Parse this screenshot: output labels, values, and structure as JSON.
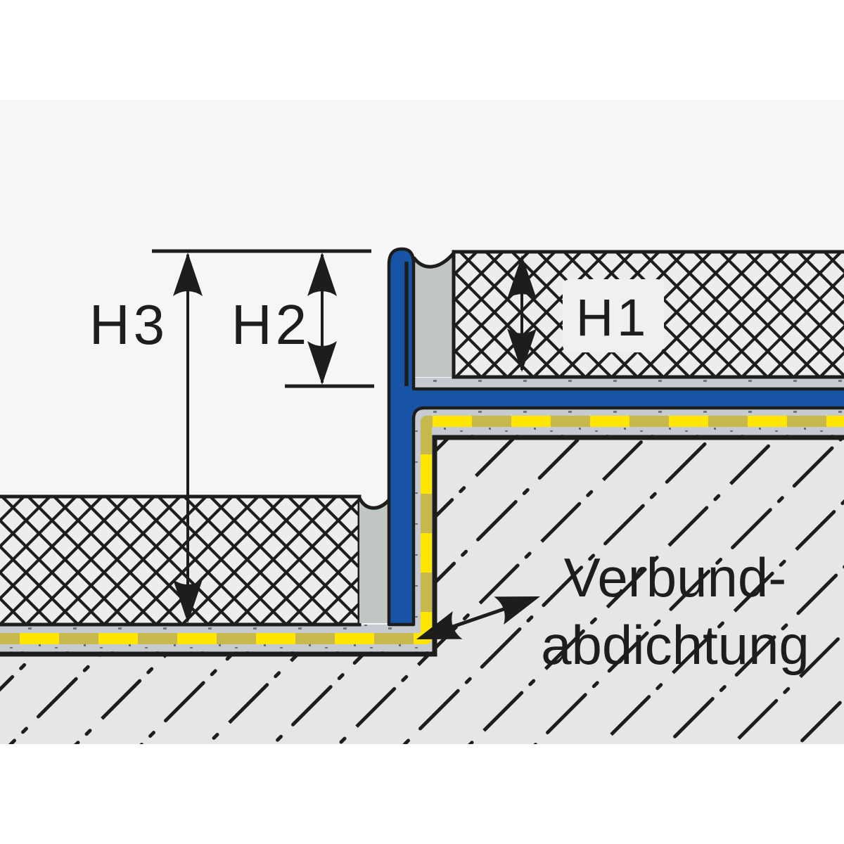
{
  "diagram": {
    "dimension_labels": {
      "h1": "H1",
      "h2": "H2",
      "h3": "H3"
    },
    "annotation": {
      "line1": "Verbund-",
      "line2": "abdichtung"
    },
    "colors": {
      "profile_blue": "#1754a5",
      "sealing_yellow": "#ffe501",
      "sealing_olive": "#c6b84d",
      "outline_dark": "#1d1d1b",
      "tile_fill": "#ededec",
      "concrete_fill": "#e5e6e5",
      "mortar_gray": "#c5cbd0",
      "joint_gray": "#c0c6c2",
      "drawing_background": "#f5f6f5"
    }
  }
}
